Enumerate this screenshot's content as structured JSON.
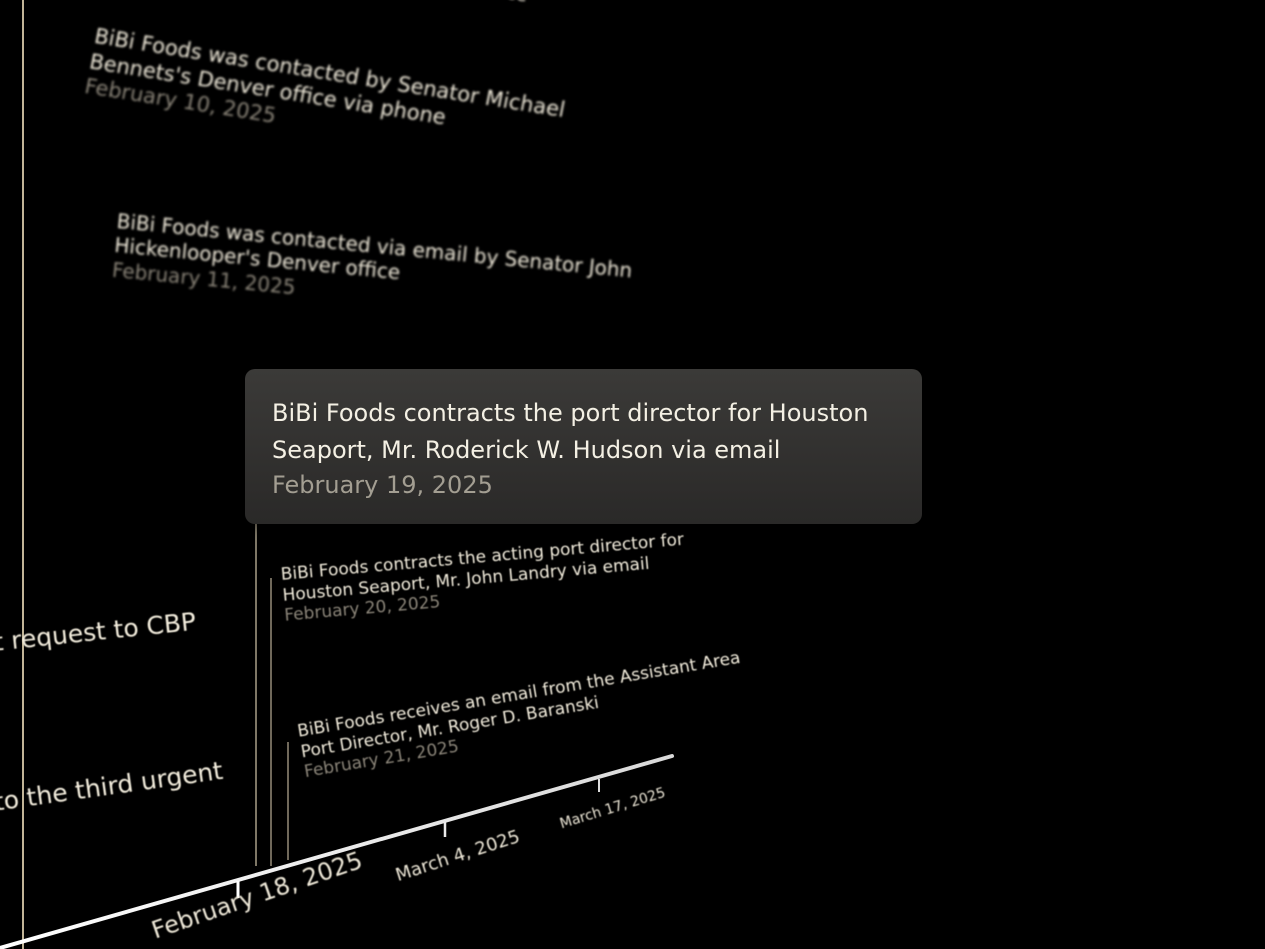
{
  "events": {
    "top_fragment": "office",
    "e1": {
      "title_line1": "BiBi Foods was contacted by Senator Michael",
      "title_line2": "Bennets's Denver office via phone",
      "date": "February 10, 2025"
    },
    "e2": {
      "title_line1": "BiBi Foods was contacted via email by Senator John",
      "title_line2": "Hickenlooper's Denver office",
      "date": "February 11, 2025"
    },
    "focused": {
      "title": "BiBi Foods contracts the port director for Houston Seaport, Mr. Roderick W. Hudson via email",
      "date": "February 19, 2025"
    },
    "e4": {
      "title_line1": "BiBi Foods contracts the acting port director for",
      "title_line2": "Houston Seaport, Mr. John Landry via email",
      "date": "February 20, 2025"
    },
    "e5": {
      "title_line1": "BiBi Foods receives an email from the Assistant Area",
      "title_line2": "Port Director, Mr. Roger D. Baranski",
      "date": "February 21, 2025"
    },
    "left_a": "t request to CBP",
    "left_b": "to the third urgent"
  },
  "axis": {
    "ticks": [
      "February 18, 2025",
      "March 4, 2025",
      "March 17, 2025"
    ],
    "colors": {
      "background": "#000000",
      "text": "#f2ecdc",
      "date": "#8a8478",
      "axis": "#ffffff",
      "card": "#353432"
    }
  }
}
